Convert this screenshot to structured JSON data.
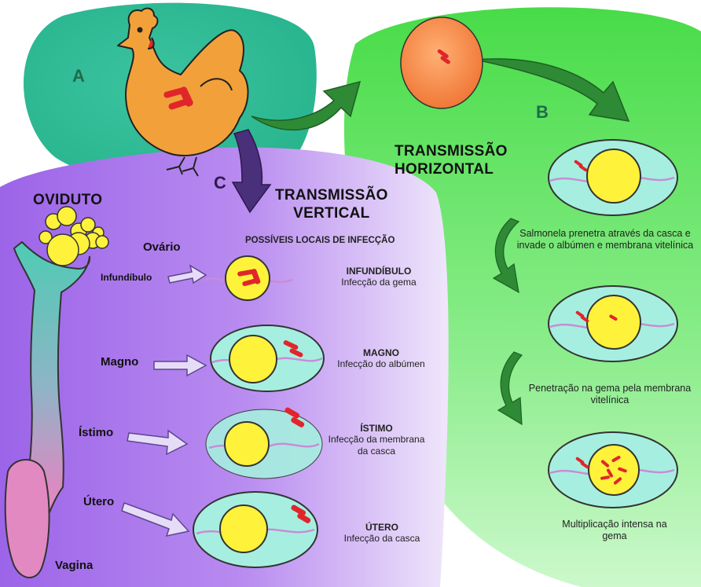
{
  "labels": {
    "region_a": "A",
    "region_b": "B",
    "region_c": "C",
    "horizontal_title": [
      "TRANSMISSÃO",
      "HORIZONTAL"
    ],
    "vertical_title": [
      "TRANSMISSÃO",
      "VERTICAL"
    ],
    "oviduct_title": "OVIDUTO",
    "infection_sites_title": "POSSÍVEIS LOCAIS DE INFECÇÃO"
  },
  "oviduct_parts": [
    "Ovário",
    "Infundíbulo",
    "Magno",
    "Ístimo",
    "Útero",
    "Vagina"
  ],
  "vertical_sites": [
    {
      "name": "INFUNDÍBULO",
      "desc": "Infecção da gema"
    },
    {
      "name": "MAGNO",
      "desc": "Infecção do albúmen"
    },
    {
      "name": "ÍSTIMO",
      "desc": "Infecção da membrana da casca"
    },
    {
      "name": "ÚTERO",
      "desc": "Infecção da casca"
    }
  ],
  "horizontal_steps": [
    "Salmonela prenetra através da casca e invade o albúmen e membrana vitelínica",
    "Penetração na gema pela membrana vitelínica",
    "Multiplicação intensa na gema"
  ],
  "colors": {
    "region_a": "#3cc3a0",
    "region_b": "#5ce65c",
    "region_c": "#9a63e6",
    "yolk": "#fff23a",
    "albumen": "#a6efe0",
    "bacteria": "#e0262b",
    "chicken": "#f2a13a",
    "arrow_green": "#2e8a35",
    "arrow_purple": "#4a2f7a"
  },
  "icons": [
    "chicken-icon",
    "egg-icon",
    "bacteria-icon",
    "arrow-icon"
  ]
}
